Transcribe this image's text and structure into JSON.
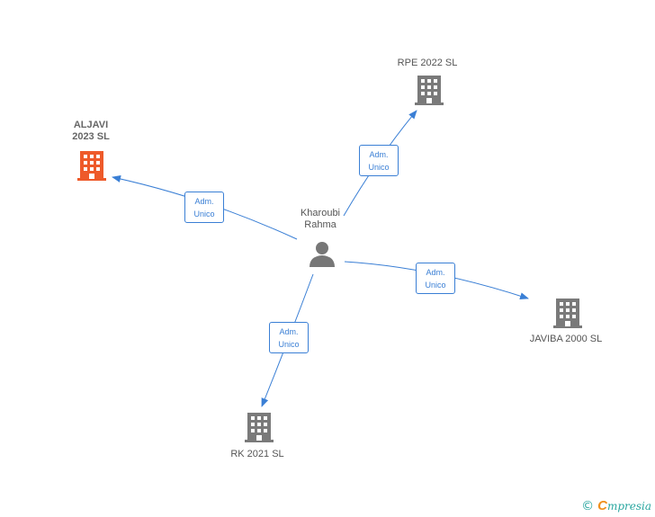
{
  "colors": {
    "edge": "#3a7fd5",
    "company": "#7a7a7a",
    "company_highlight": "#ee5a2a",
    "person": "#777777"
  },
  "person": {
    "name_line1": "Kharoubi",
    "name_line2": "Rahma",
    "icon": "person-icon"
  },
  "companies": [
    {
      "id": "aljavi",
      "name_line1": "ALJAVI",
      "name_line2": "2023  SL",
      "highlight": true,
      "icon": "building-icon"
    },
    {
      "id": "rpe",
      "name_line1": "RPE 2022  SL",
      "highlight": false,
      "icon": "building-icon"
    },
    {
      "id": "javiba",
      "name_line1": "JAVIBA 2000 SL",
      "highlight": false,
      "icon": "building-icon"
    },
    {
      "id": "rk",
      "name_line1": "RK 2021  SL",
      "highlight": false,
      "icon": "building-icon"
    }
  ],
  "edges": [
    {
      "to": "aljavi",
      "label_line1": "Adm.",
      "label_line2": "Unico"
    },
    {
      "to": "rpe",
      "label_line1": "Adm.",
      "label_line2": "Unico"
    },
    {
      "to": "javiba",
      "label_line1": "Adm.",
      "label_line2": "Unico"
    },
    {
      "to": "rk",
      "label_line1": "Adm.",
      "label_line2": "Unico"
    }
  ],
  "footer": {
    "copyright": "©",
    "brand_first": "C",
    "brand_rest": "mpresia"
  }
}
